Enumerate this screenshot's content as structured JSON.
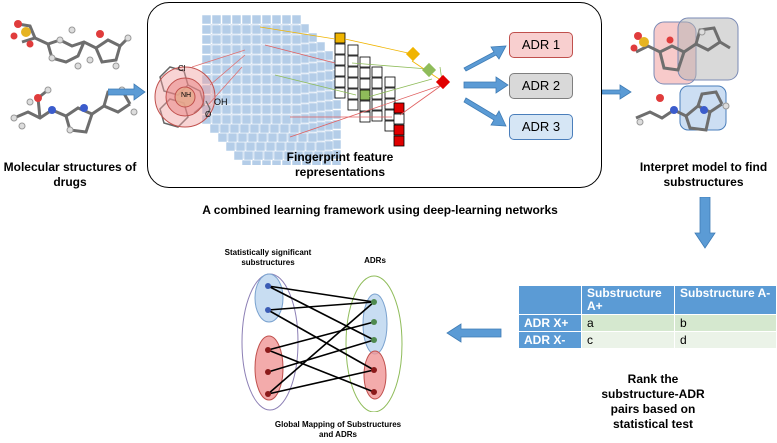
{
  "labels": {
    "molecular": "Molecular structures of drugs",
    "fingerprint": "Fingerprint feature representations",
    "interpret": "Interpret model to find substructures",
    "framework": "A combined learning framework using deep-learning networks",
    "stat_sig": "Statistically significant substructures",
    "adrs": "ADRs",
    "global": "Global Mapping of Substructures and ADRs",
    "rank": "Rank the substructure-ADR pairs based on statistical test",
    "oh": "OH",
    "cl": "Cl",
    "nh": "NH",
    "o": "O"
  },
  "adr_boxes": [
    {
      "label": "ADR 1",
      "fill": "#f8cfcf",
      "border": "#c0504d"
    },
    {
      "label": "ADR 2",
      "fill": "#d9d9d9",
      "border": "#7f7f7f"
    },
    {
      "label": "ADR 3",
      "fill": "#d6e6f5",
      "border": "#4a7ebb"
    }
  ],
  "table": {
    "headers": [
      "",
      "Substructure A+",
      "Substructure A-"
    ],
    "rows": [
      {
        "label": "ADR X+",
        "a": "a",
        "b": "b"
      },
      {
        "label": "ADR X-",
        "a": "c",
        "b": "d"
      }
    ]
  },
  "colors": {
    "arrow": "#5b9bd5",
    "grid": "#b4cde8",
    "red": "#e00000",
    "green": "#8fbc5a",
    "yellow": "#f0b400"
  }
}
